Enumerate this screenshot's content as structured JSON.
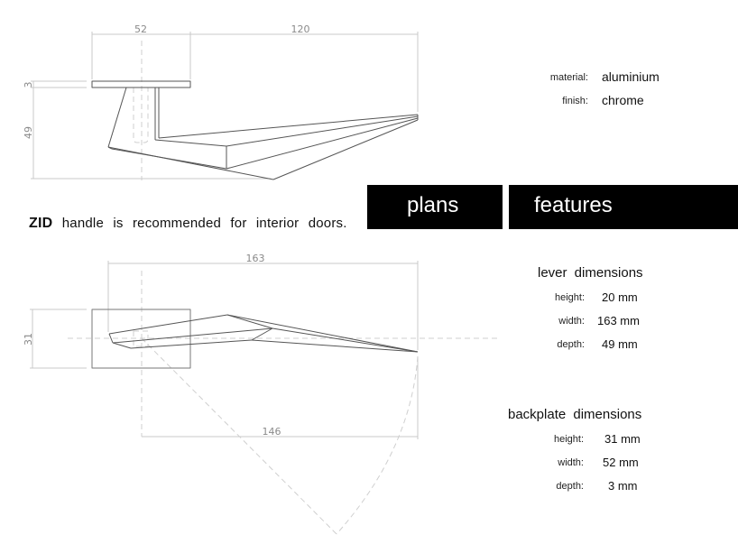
{
  "header": {
    "tagline_brand": "ZID",
    "tagline_text": "handle is recommended for interior doors."
  },
  "tabs": [
    {
      "label": "plans"
    },
    {
      "label": "features"
    }
  ],
  "materials": {
    "material_label": "material:",
    "material_value": "aluminium",
    "finish_label": "finish:",
    "finish_value": "chrome"
  },
  "lever_dimensions": {
    "title": "lever  dimensions",
    "rows": [
      {
        "label": "height:",
        "value": "20 mm"
      },
      {
        "label": "width:",
        "value": "163 mm"
      },
      {
        "label": "depth:",
        "value": "49 mm"
      }
    ]
  },
  "backplate_dimensions": {
    "title": "backplate  dimensions",
    "rows": [
      {
        "label": "height:",
        "value": "31 mm"
      },
      {
        "label": "width:",
        "value": "52 mm"
      },
      {
        "label": "depth:",
        "value": "3 mm"
      }
    ]
  },
  "drawing": {
    "side_view": {
      "dim_backplate_width": "52",
      "dim_lever_projection": "120",
      "dim_plate_depth": "3",
      "dim_lever_depth": "49"
    },
    "top_view": {
      "dim_lever_length": "163",
      "dim_backplate_height": "31",
      "dim_swing_radius": "146"
    },
    "colors": {
      "outline": "#555555",
      "dimension": "#c8c8c8",
      "centerline": "#cfcfcf"
    }
  }
}
